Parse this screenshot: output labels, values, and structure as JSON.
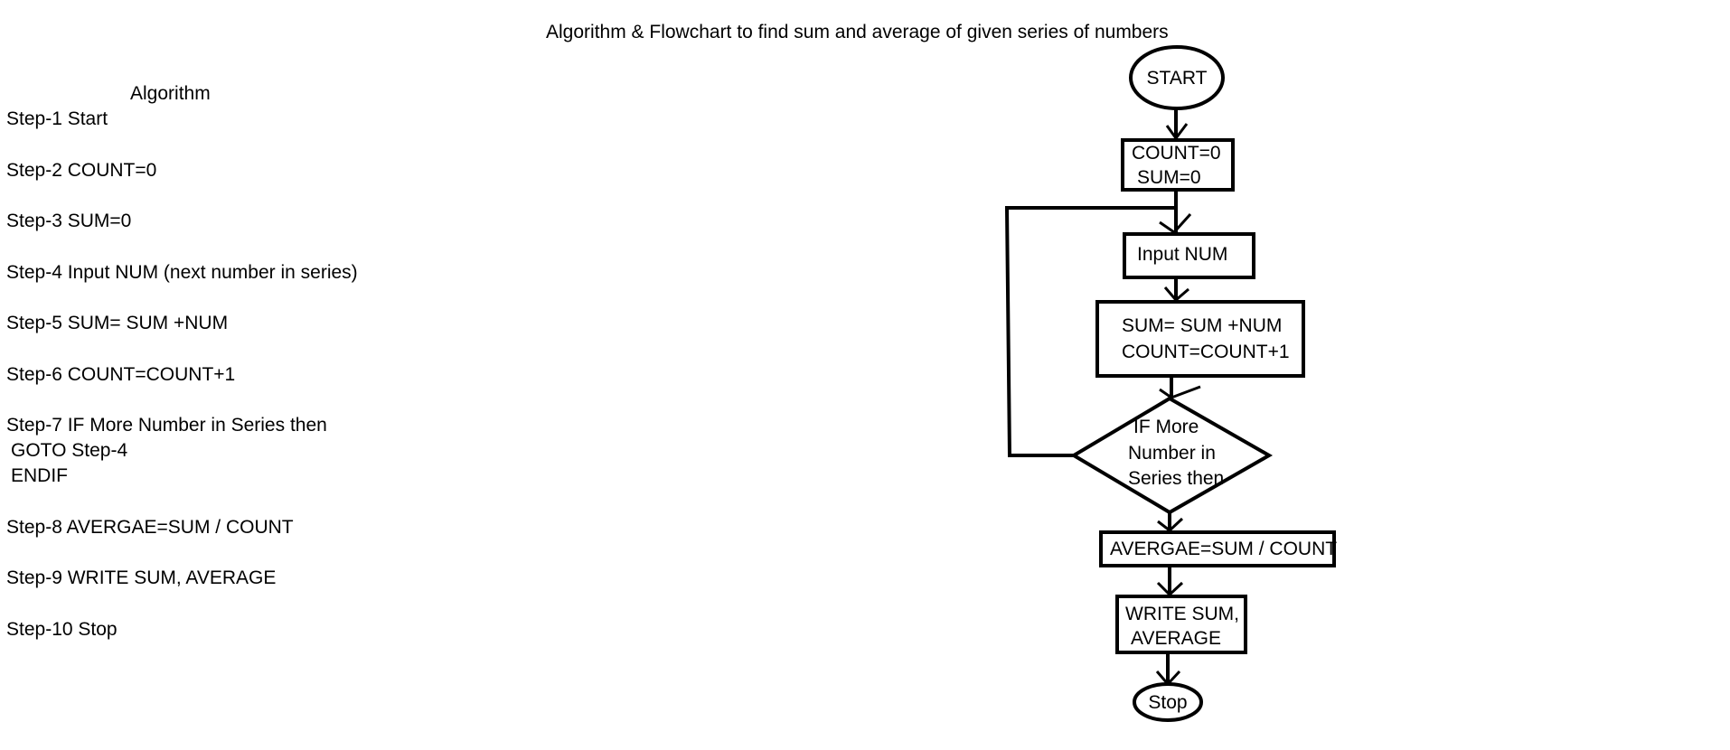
{
  "title": "Algorithm & Flowchart to find sum and average of given series of numbers",
  "algorithm": {
    "heading": "Algorithm",
    "steps": [
      "Step-1 Start",
      "Step-2 COUNT=0",
      "Step-3 SUM=0",
      "Step-4 Input NUM (next number in series)",
      "Step-5 SUM= SUM +NUM",
      "Step-6 COUNT=COUNT+1",
      "Step-7 IF More Number in Series then",
      "Step-8 AVERGAE=SUM / COUNT",
      "Step-9 WRITE SUM, AVERAGE",
      "Step-10 Stop"
    ],
    "step7_sub": [
      "GOTO Step-4",
      "ENDIF"
    ]
  },
  "flowchart": {
    "start": "START",
    "init": [
      "COUNT=0",
      "SUM=0"
    ],
    "input": "Input NUM",
    "process": [
      "SUM= SUM +NUM",
      "COUNT=COUNT+1"
    ],
    "decision": [
      "IF More",
      "Number in",
      "Series then"
    ],
    "average": "AVERGAE=SUM / COUNT",
    "output": [
      "WRITE SUM,",
      "AVERAGE"
    ],
    "stop": "Stop"
  }
}
